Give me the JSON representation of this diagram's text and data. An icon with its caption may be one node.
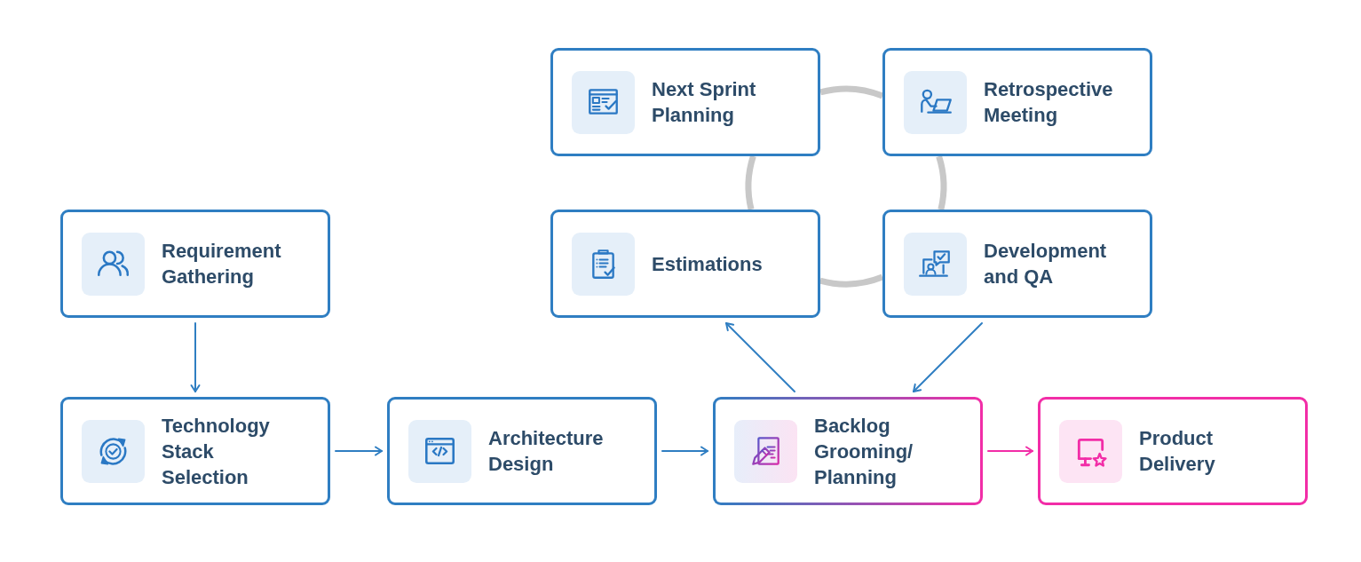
{
  "diagram": {
    "nodes": [
      {
        "text": [
          "Requirement Gathering"
        ]
      },
      {
        "text": [
          "Technology Stack Selection"
        ]
      },
      {
        "text": [
          "Architecture Design"
        ]
      },
      {
        "text": [
          "Backlog Grooming/ Planning"
        ]
      },
      {
        "text": [
          "Product Delivery"
        ]
      },
      {
        "text": [
          "Next Sprint Planning"
        ]
      },
      {
        "text": [
          "Retrospective Meeting"
        ]
      },
      {
        "text": [
          "Estimations"
        ]
      },
      {
        "text": [
          "Development and QA"
        ]
      }
    ],
    "edges": [
      {
        "from": 0,
        "to": 1,
        "arrow": "to"
      },
      {
        "from": 1,
        "to": 2,
        "arrow": "to"
      },
      {
        "from": 2,
        "to": 3,
        "arrow": "to"
      },
      {
        "from": 3,
        "to": 4,
        "arrow": "to",
        "color": "#f22da7"
      },
      {
        "from": 3,
        "to": 7,
        "arrow": "to"
      },
      {
        "from": 8,
        "to": 3,
        "arrow": "to"
      },
      {
        "from": 7,
        "to": 5,
        "arrow": "none",
        "style": "thick",
        "color": "#c8c8c8"
      },
      {
        "from": 5,
        "to": 6,
        "arrow": "none",
        "style": "thick",
        "color": "#c8c8c8"
      },
      {
        "from": 6,
        "to": 8,
        "arrow": "none",
        "style": "thick",
        "color": "#c8c8c8"
      },
      {
        "from": 8,
        "to": 7,
        "arrow": "none",
        "style": "thick",
        "color": "#c8c8c8"
      }
    ]
  }
}
